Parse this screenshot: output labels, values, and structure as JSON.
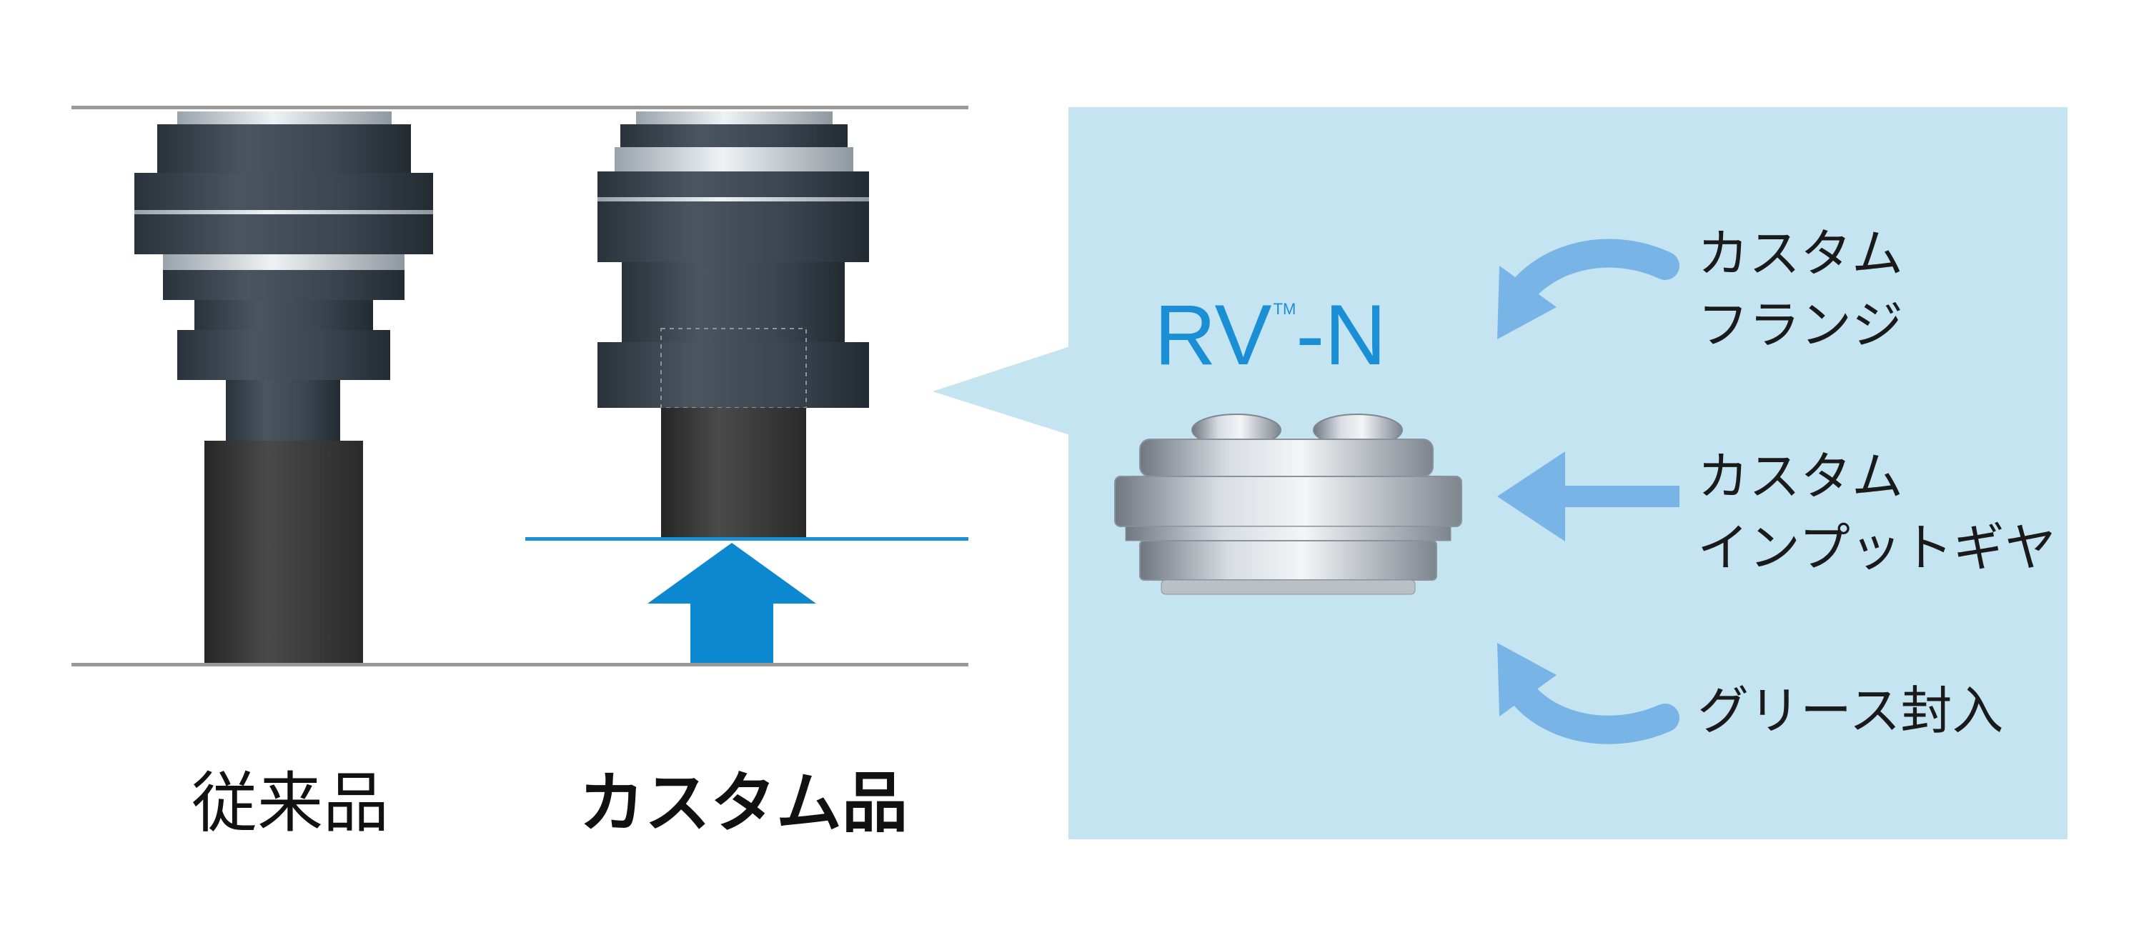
{
  "captions": {
    "conventional": "従来品",
    "custom": "カスタム品"
  },
  "product": {
    "name": "RV",
    "trademark": "TM",
    "suffix": "-N"
  },
  "features": [
    {
      "line1": "カスタム",
      "line2": "フランジ"
    },
    {
      "line1": "カスタム",
      "line2": "インプットギヤ"
    },
    {
      "line1": "グリース封入",
      "line2": ""
    }
  ],
  "colors": {
    "panel": "#c5e4f1",
    "accent": "#0b88d0",
    "arrow_light": "#78b4e6",
    "motor_body": "#343f48",
    "shaft": "#3d3d3d"
  }
}
